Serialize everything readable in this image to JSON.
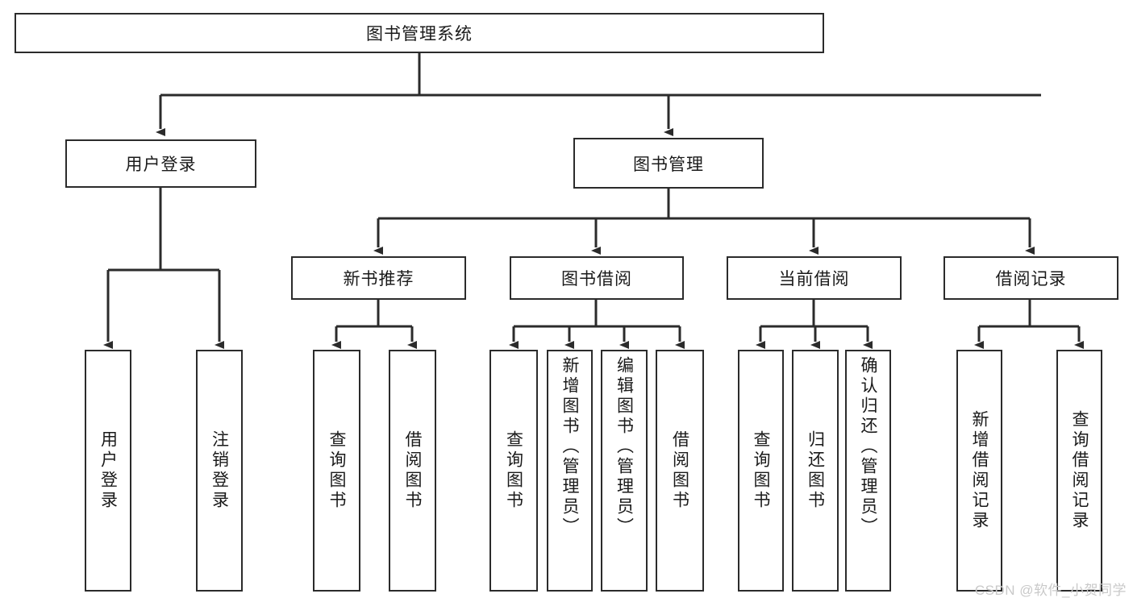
{
  "diagram": {
    "type": "tree-hierarchy-chart",
    "title": "图书管理系统",
    "colors": {
      "stroke": "#2b2b2b",
      "box_fill": "#ffffff",
      "text": "#1a1a1a",
      "watermark": "#c9c9c9"
    },
    "root": {
      "label": "图书管理系统"
    },
    "level1": [
      {
        "label": "用户登录"
      },
      {
        "label": "图书管理"
      }
    ],
    "level2": [
      {
        "label": "新书推荐"
      },
      {
        "label": "图书借阅"
      },
      {
        "label": "当前借阅"
      },
      {
        "label": "借阅记录"
      }
    ],
    "leaves": {
      "user_login": [
        "用户登录",
        "注销登录"
      ],
      "new_book": [
        "查询图书",
        "借阅图书"
      ],
      "book_borrow": [
        "查询图书",
        "新增图书（管理员）",
        "编辑图书（管理员）",
        "借阅图书"
      ],
      "current_borrow": [
        "查询图书",
        "归还图书",
        "确认归还（管理员）"
      ],
      "borrow_record": [
        "新增借阅记录",
        "查询借阅记录"
      ]
    }
  },
  "watermark": {
    "text": "CSDN @软件_小贺同学"
  }
}
